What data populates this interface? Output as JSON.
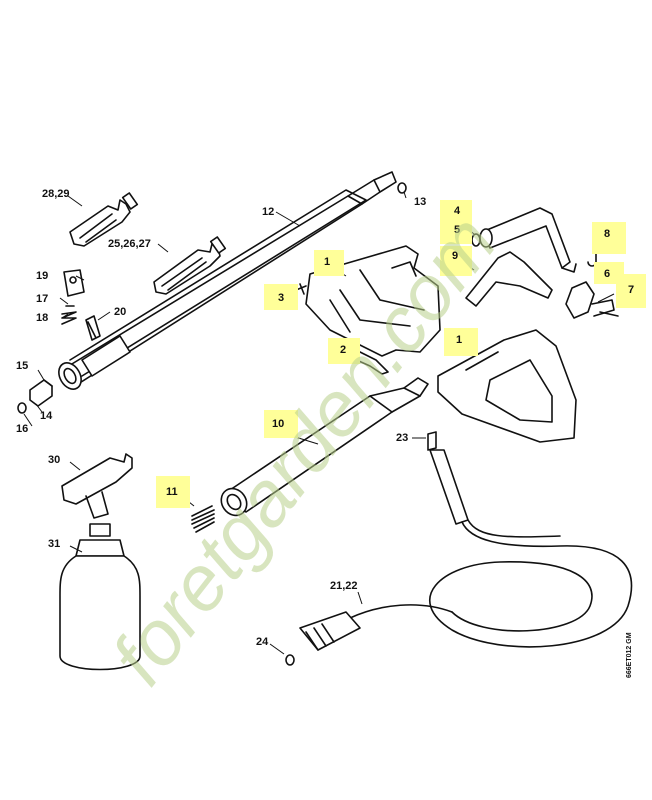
{
  "accent_colors": {
    "highlight": "#ffff99",
    "watermark_green": "#b8d08a",
    "watermark_orange": "#f2b27a",
    "line": "#111111"
  },
  "callouts": {
    "c28_29": "28,29",
    "c25_26_27": "25,26,27",
    "c19": "19",
    "c17": "17",
    "c18": "18",
    "c20": "20",
    "c15": "15",
    "c14": "14",
    "c16": "16",
    "c12": "12",
    "c13": "13",
    "c1a": "1",
    "c3": "3",
    "c2": "2",
    "c4": "4",
    "c5": "5",
    "c9": "9",
    "c8": "8",
    "c6": "6",
    "c7": "7",
    "c1b": "1",
    "c10": "10",
    "c23": "23",
    "c11": "11",
    "c30": "30",
    "c31": "31",
    "c21_22": "21,22",
    "c24": "24"
  },
  "diagram_code": "666ET012 GM",
  "watermark": {
    "text": "foretgarden.com"
  }
}
